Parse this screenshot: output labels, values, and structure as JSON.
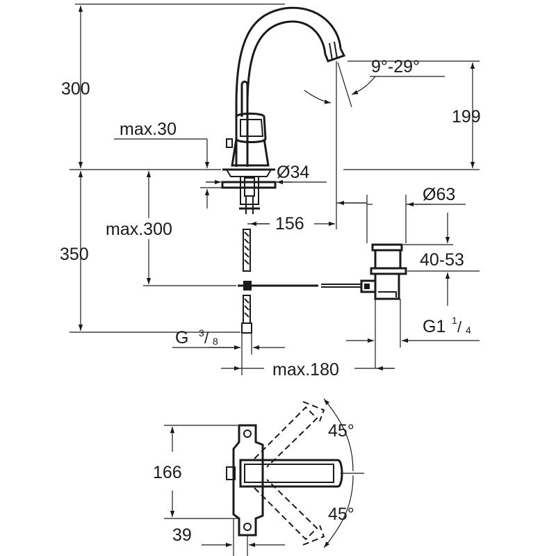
{
  "dimensions": {
    "height_300": "300",
    "height_199": "199",
    "angle_spout": "9°-29°",
    "max_30": "max.30",
    "dia_34": "Ø34",
    "dia_63": "Ø63",
    "max_300": "max.300",
    "reach_156": "156",
    "depth_350": "350",
    "range_40_53": "40-53",
    "thread_g38_main": "G",
    "thread_g38_num": "3",
    "thread_g38_den": "8",
    "thread_g114_main": "G1",
    "thread_g114_num": "1",
    "thread_g114_den": "4",
    "max_180": "max.180",
    "width_166": "166",
    "angle_45_top": "45°",
    "angle_45_bottom": "45°",
    "offset_39": "39"
  },
  "colors": {
    "line": "#1a1a1a",
    "background": "#ffffff"
  }
}
